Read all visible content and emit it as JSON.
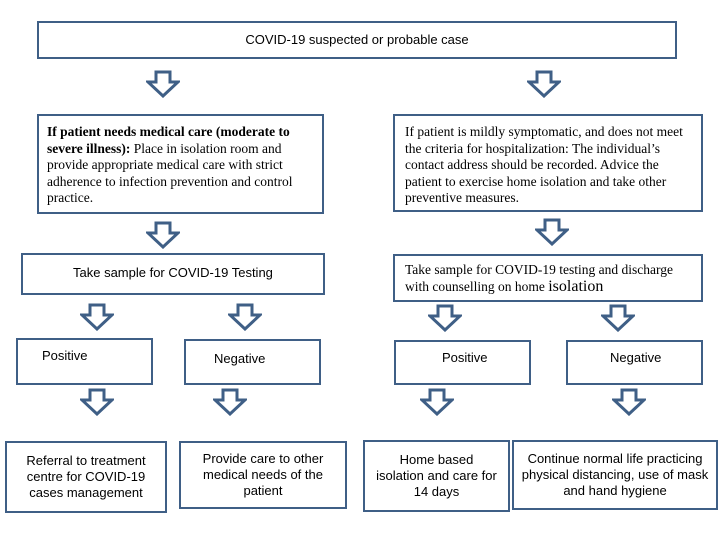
{
  "top_box": {
    "text": "COVID-19 suspected or probable case"
  },
  "left_branch": {
    "care_bold": "If patient needs medical care (moderate to severe illness):",
    "care_rest": " Place in isolation room and provide appropriate medical care with strict adherence to infection prevention and control practice.",
    "sample": "Take sample for COVID-19 Testing",
    "positive": "Positive",
    "negative": "Negative",
    "positive_outcome": "Referral to treatment centre for COVID-19 cases management",
    "negative_outcome": "Provide care to other medical needs of the patient"
  },
  "right_branch": {
    "mild": "If patient is mildly symptomatic, and does not meet the criteria for hospitalization: The individual’s contact address should be recorded. Advice the patient to exercise home isolation and take other preventive measures.",
    "sample_main": "Take sample for COVID-19 testing and discharge with counselling on home ",
    "sample_end": "isolation",
    "positive": "Positive",
    "negative": "Negative",
    "positive_outcome": "Home based isolation and care for 14 days",
    "negative_outcome": "Continue normal life practicing physical distancing, use of mask and hand hygiene"
  },
  "colors": {
    "border": "#3f5f86",
    "arrow": "#3f5f86"
  },
  "icons": {
    "flow_arrow": "down-block-arrow-icon"
  }
}
